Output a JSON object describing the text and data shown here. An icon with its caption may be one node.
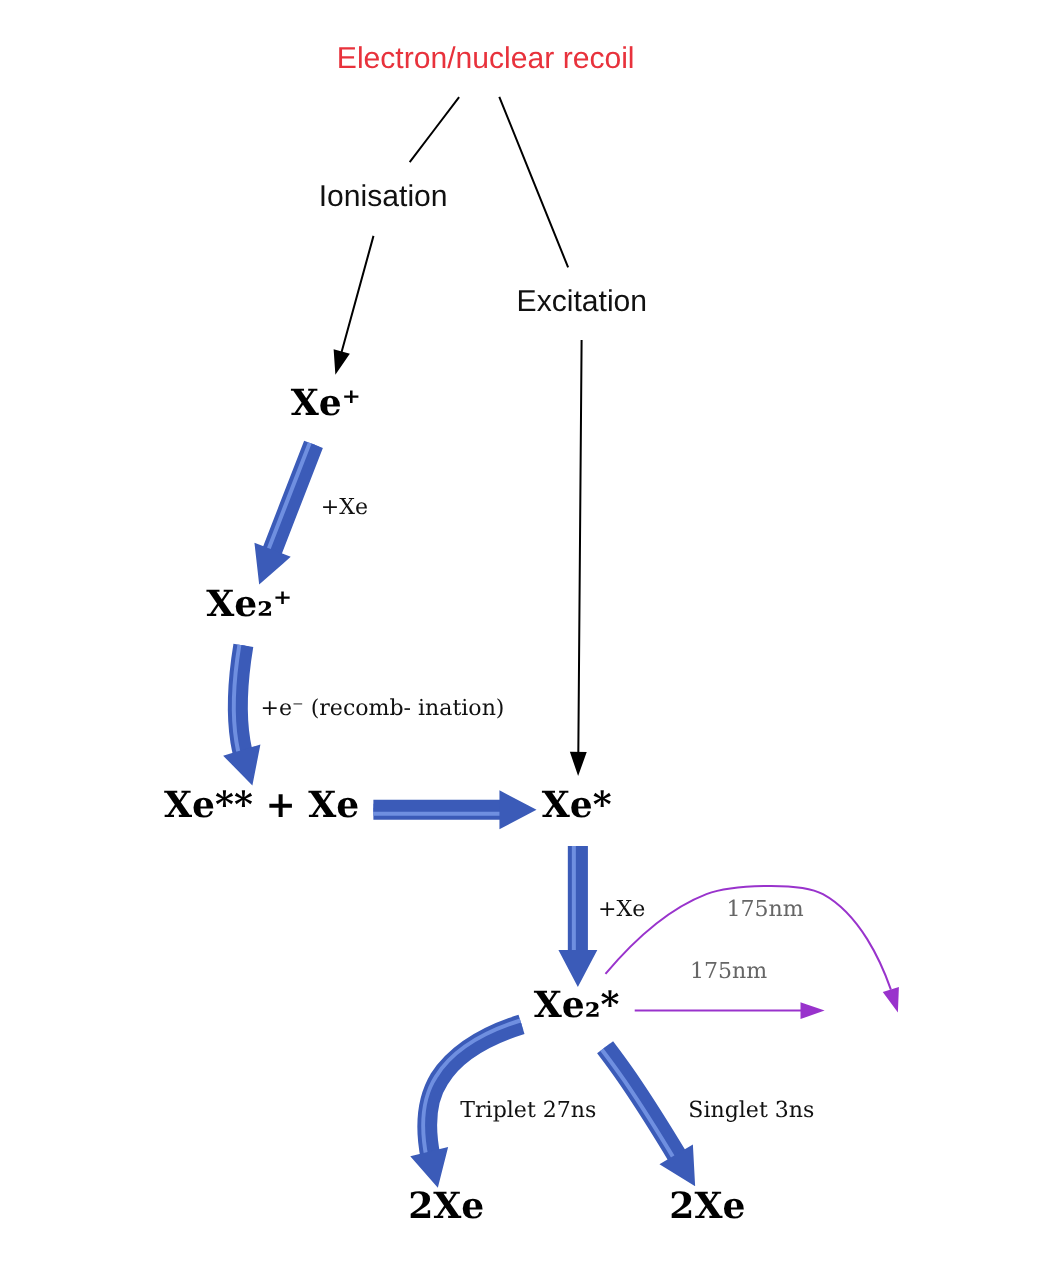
{
  "diagram": {
    "nodes": [
      {
        "text": [
          "Electron/nuclear recoil"
        ]
      },
      {
        "text": [
          "Ionisation"
        ]
      },
      {
        "text": [
          "Excitation"
        ]
      },
      {
        "text": [
          "Xe⁺"
        ]
      },
      {
        "text": [
          "Xe₂⁺"
        ]
      },
      {
        "text": [
          "Xe** + Xe"
        ]
      },
      {
        "text": [
          "Xe*"
        ]
      },
      {
        "text": [
          "Xe₂*"
        ]
      },
      {
        "text": [
          "2Xe"
        ]
      },
      {
        "text": [
          "2Xe"
        ]
      }
    ],
    "edges": [
      {
        "from": 0,
        "to": 1,
        "arrow": "none",
        "color": "#000000"
      },
      {
        "from": 1,
        "to": 3,
        "arrow": "to",
        "color": "#000000"
      },
      {
        "from": 0,
        "to": 2,
        "arrow": "none",
        "color": "#000000"
      },
      {
        "from": 2,
        "to": 6,
        "arrow": "to",
        "color": "#000000"
      },
      {
        "from": 3,
        "to": 4,
        "arrow": "to",
        "style": "thick",
        "label": "+Xe"
      },
      {
        "from": 4,
        "to": 5,
        "arrow": "to",
        "style": "thick",
        "label": "+e⁻ (recomb- ination)"
      },
      {
        "from": 5,
        "to": 6,
        "arrow": "to",
        "style": "thick"
      },
      {
        "from": 6,
        "to": 7,
        "arrow": "to",
        "style": "thick",
        "label": "+Xe"
      },
      {
        "from": 7,
        "to": null,
        "arrow": "to",
        "color": "#9933cc",
        "label": "175nm"
      },
      {
        "from": 7,
        "to": null,
        "arrow": "to",
        "color": "#9933cc",
        "label": "175nm"
      },
      {
        "from": 7,
        "to": 8,
        "arrow": "to",
        "style": "thick",
        "label": "Triplet 27ns"
      },
      {
        "from": 7,
        "to": 9,
        "arrow": "to",
        "style": "thick",
        "label": "Singlet 3ns"
      }
    ]
  }
}
